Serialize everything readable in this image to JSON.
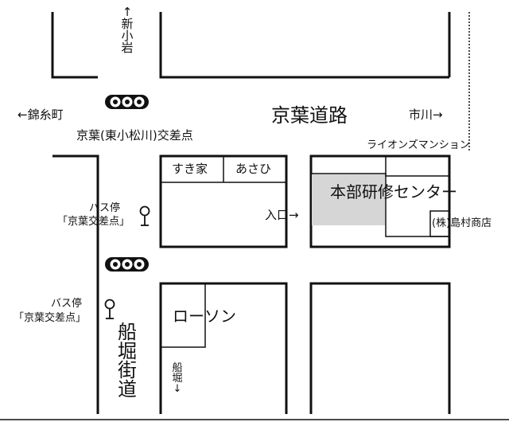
{
  "map": {
    "roads": {
      "main": "京葉道路",
      "side": "船堀街道"
    },
    "directions": {
      "north": "↑新小岩",
      "west": "←錦糸町",
      "east": "市川→",
      "south": "船堀↓",
      "entrance": "入口→"
    },
    "intersection": "京葉(東小松川)交差点",
    "bus_stop_label": "バス停",
    "bus_stop_name": "「京葉交差点」",
    "buildings": {
      "sukiya": "すき家",
      "asahi": "あさひ",
      "lion_mansion": "ライオンズマンション",
      "headquarters": "本部研修センター",
      "shimamura": "(株)島村商店",
      "lawson": "ローソン"
    },
    "colors": {
      "line": "#111111",
      "highlight": "#d6d6d6",
      "background": "#ffffff"
    }
  }
}
